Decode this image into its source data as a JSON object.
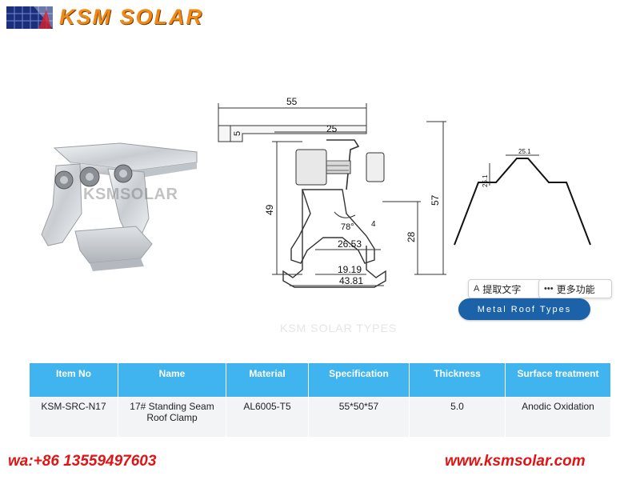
{
  "header": {
    "brand": "KSM SOLAR"
  },
  "photo": {
    "watermark": "KSMSOLAR"
  },
  "drawing": {
    "dims": {
      "width_top": "55",
      "lip_height": "5",
      "inner_width": "25",
      "total_height": "57",
      "body_height": "49",
      "leg_height": "28",
      "angle": "78°",
      "leg_thickness": "4",
      "mid_width": "26.53",
      "gap_width": "19.19",
      "base_width": "43.81"
    }
  },
  "profile": {
    "top_width": "25.1",
    "side_height": "25.1"
  },
  "toolbar": {
    "extract_icon": "A",
    "extract_label": "提取文字",
    "more_icon": "•••",
    "more_label": "更多功能"
  },
  "roof_pill": {
    "label": "Metal Roof Types"
  },
  "ghost_text": "KSM SOLAR TYPES",
  "table": {
    "headers": [
      "Item No",
      "Name",
      "Material",
      "Specification",
      "Thickness",
      "Surface treatment"
    ],
    "row": [
      "KSM-SRC-N17",
      "17# Standing Seam Roof Clamp",
      "AL6005-T5",
      "55*50*57",
      "5.0",
      "Anodic Oxidation"
    ]
  },
  "footer": {
    "phone": "wa:+86 13559497603",
    "website": "www.ksmsolar.com"
  },
  "colors": {
    "brand_orange": "#f08a16",
    "table_header": "#3fb4ee",
    "pill_blue": "#1b62a8",
    "contact_red": "#e01414"
  }
}
